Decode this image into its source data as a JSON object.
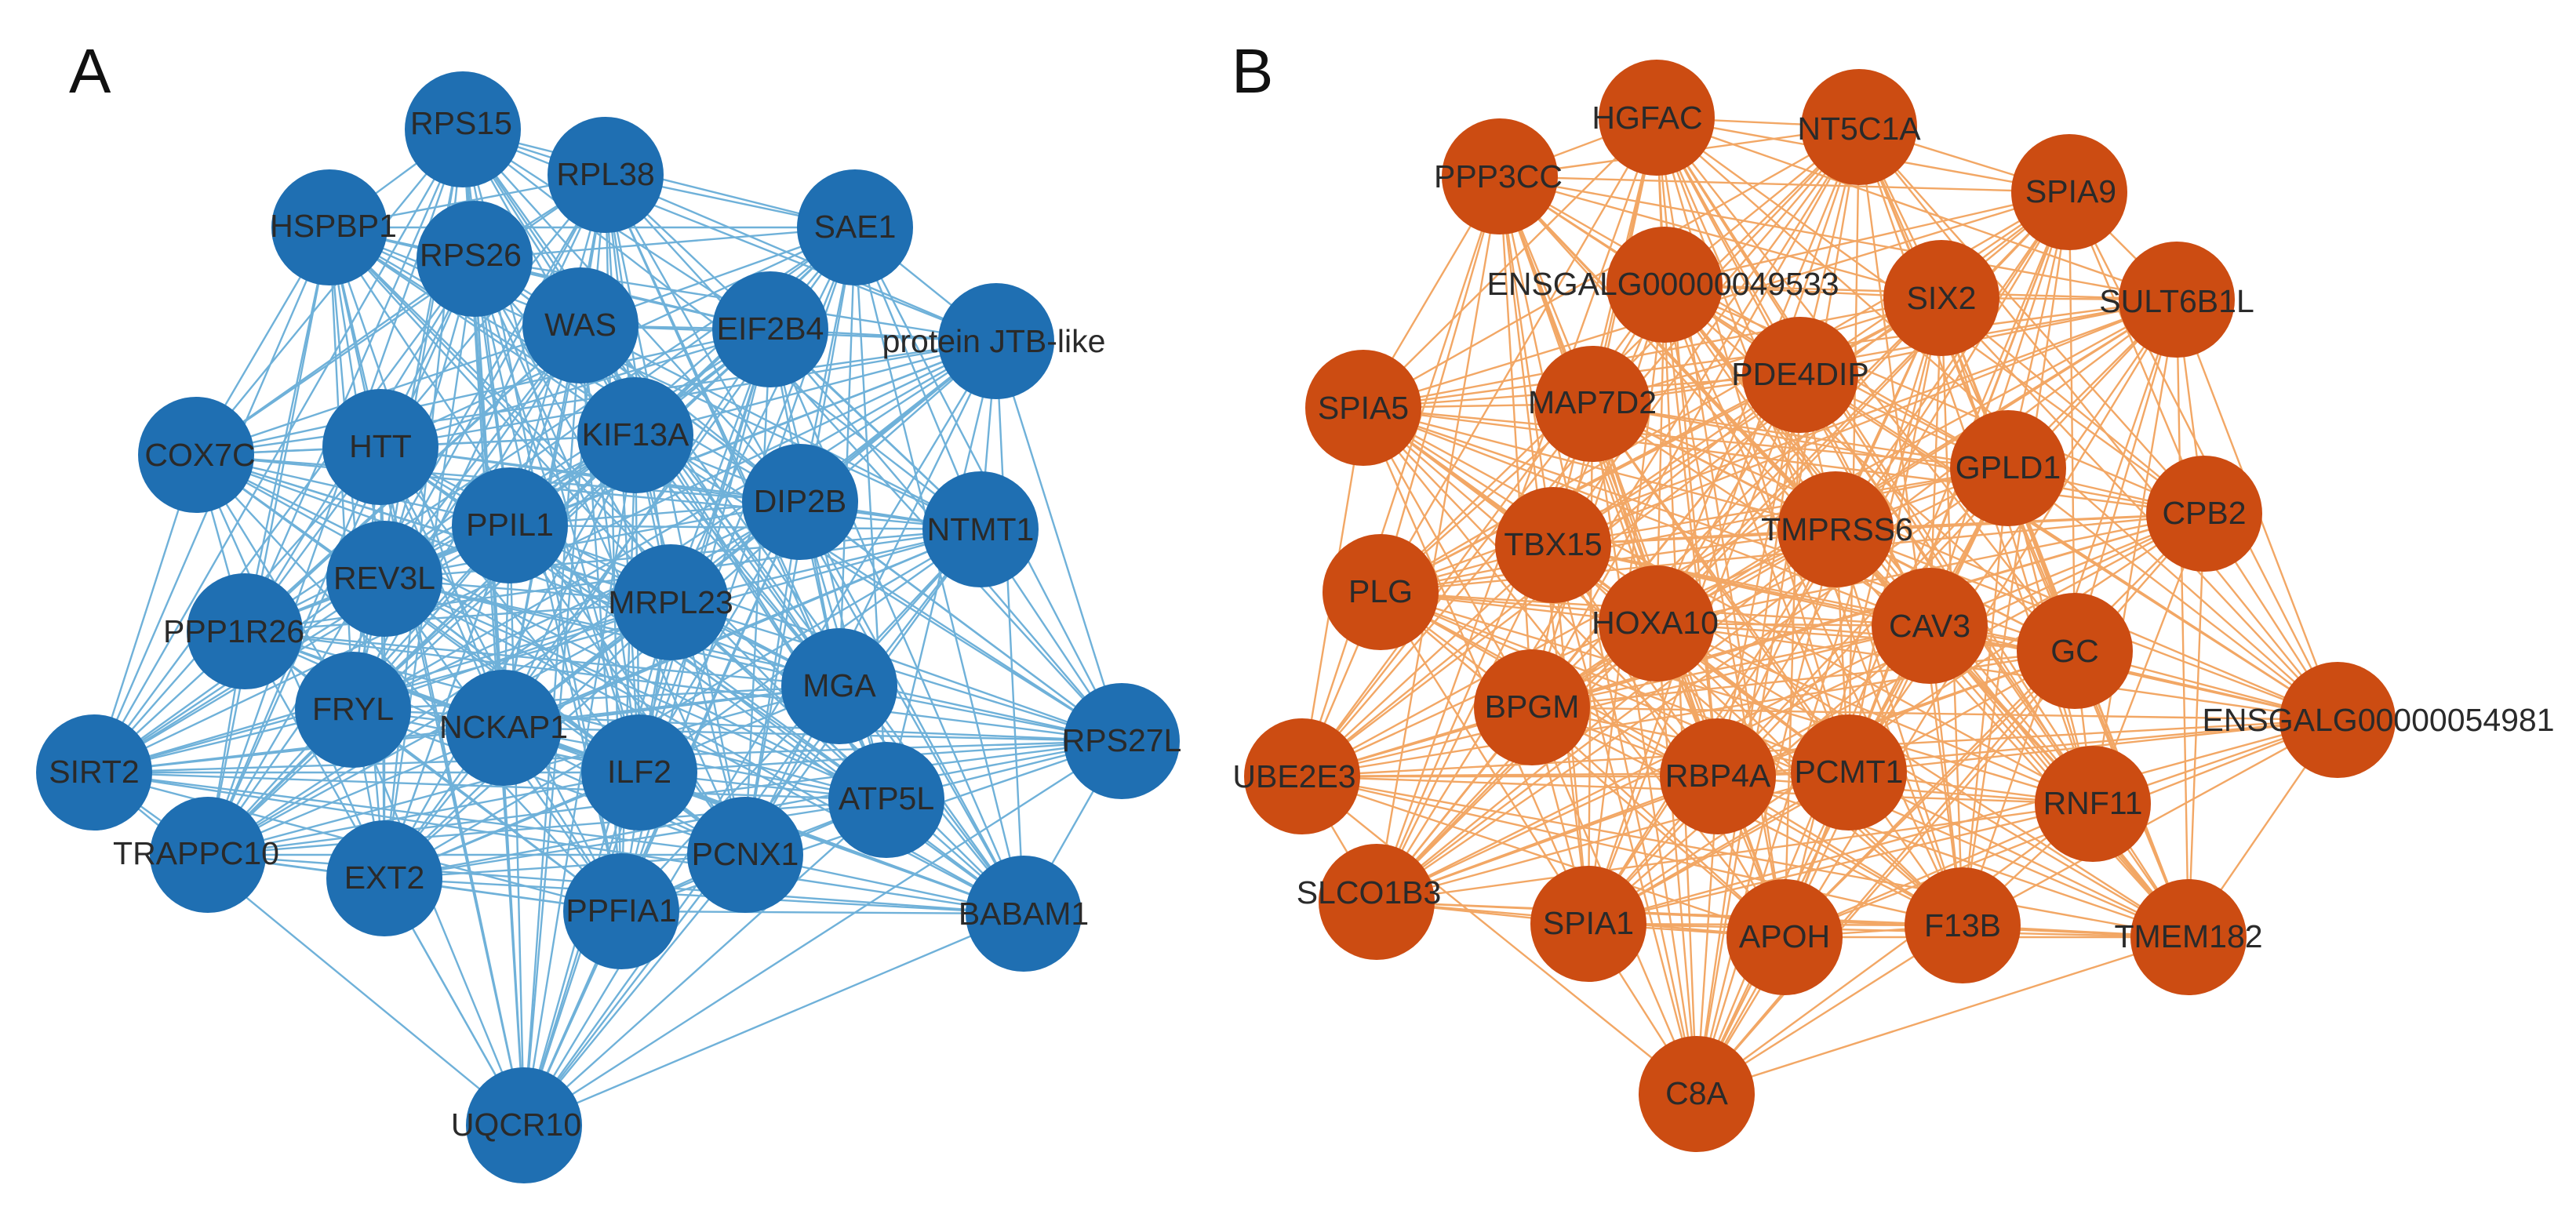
{
  "colors": {
    "panel_a_node": "#1f6fb2",
    "panel_a_edge": "#6fb1d9",
    "panel_b_node": "#cc4c12",
    "panel_b_edge": "#f2a765",
    "label": "#2a2a2a"
  },
  "panels": [
    {
      "letter": "A",
      "nodes": [
        "RPS15",
        "RPL38",
        "HSPBP1",
        "RPS26",
        "SAE1",
        "WAS",
        "EIF2B4",
        "protein JTB-like",
        "KIF13A",
        "COX7C",
        "HTT",
        "DIP2B",
        "PPIL1",
        "NTMT1",
        "REV3L",
        "MRPL23",
        "PPP1R26",
        "MGA",
        "FRYL",
        "NCKAP1",
        "RPS27L",
        "SIRT2",
        "ILF2",
        "ATP5L",
        "TRAPPC10",
        "PCNX1",
        "EXT2",
        "PPFIA1",
        "BABAM1",
        "UQCR10"
      ]
    },
    {
      "letter": "B",
      "nodes": [
        "HGFAC",
        "NT5C1A",
        "PPP3CC",
        "SPIA9",
        "ENSGALG00000049533",
        "SIX2",
        "SULT6B1L",
        "PDE4DIP",
        "MAP7D2",
        "SPIA5",
        "GPLD1",
        "TMPRSS6",
        "CPB2",
        "TBX15",
        "PLG",
        "HOXA10",
        "CAV3",
        "GC",
        "BPGM",
        "ENSGALG00000054981",
        "UBE2E3",
        "RBP4A",
        "PCMT1",
        "RNF11",
        "SLCO1B3",
        "SPIA1",
        "APOH",
        "F13B",
        "TMEM182",
        "C8A"
      ]
    }
  ]
}
